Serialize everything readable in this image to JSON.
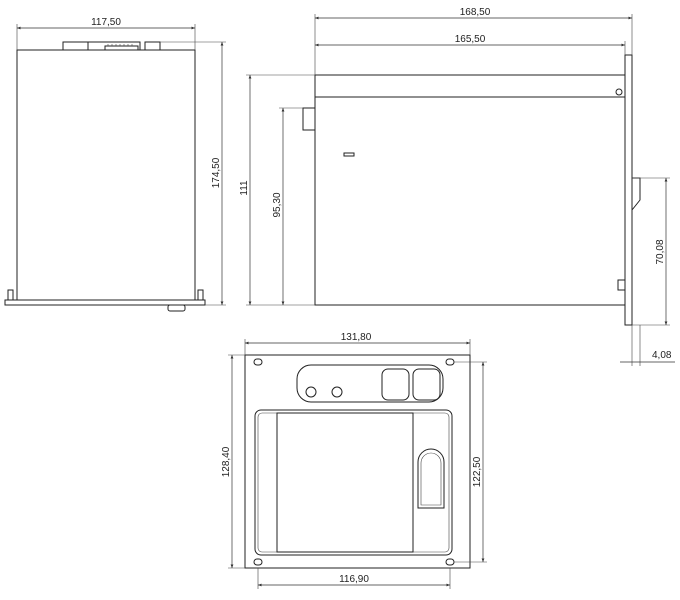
{
  "views": {
    "top": {
      "width_dim": "117,50",
      "height_dim": "174,50"
    },
    "side": {
      "overall_length_dim": "168,50",
      "body_length_dim": "165,50",
      "height_dim": "111",
      "inner_height_dim": "95,30",
      "bracket_dim": "70,08",
      "panel_thickness_dim": "4,08"
    },
    "front": {
      "width_dim": "131,80",
      "height_dim": "128,40",
      "hole_vertical_dim": "122,50",
      "hole_horizontal_dim": "116,90"
    }
  },
  "colors": {
    "line": "#222222",
    "background": "#ffffff"
  }
}
